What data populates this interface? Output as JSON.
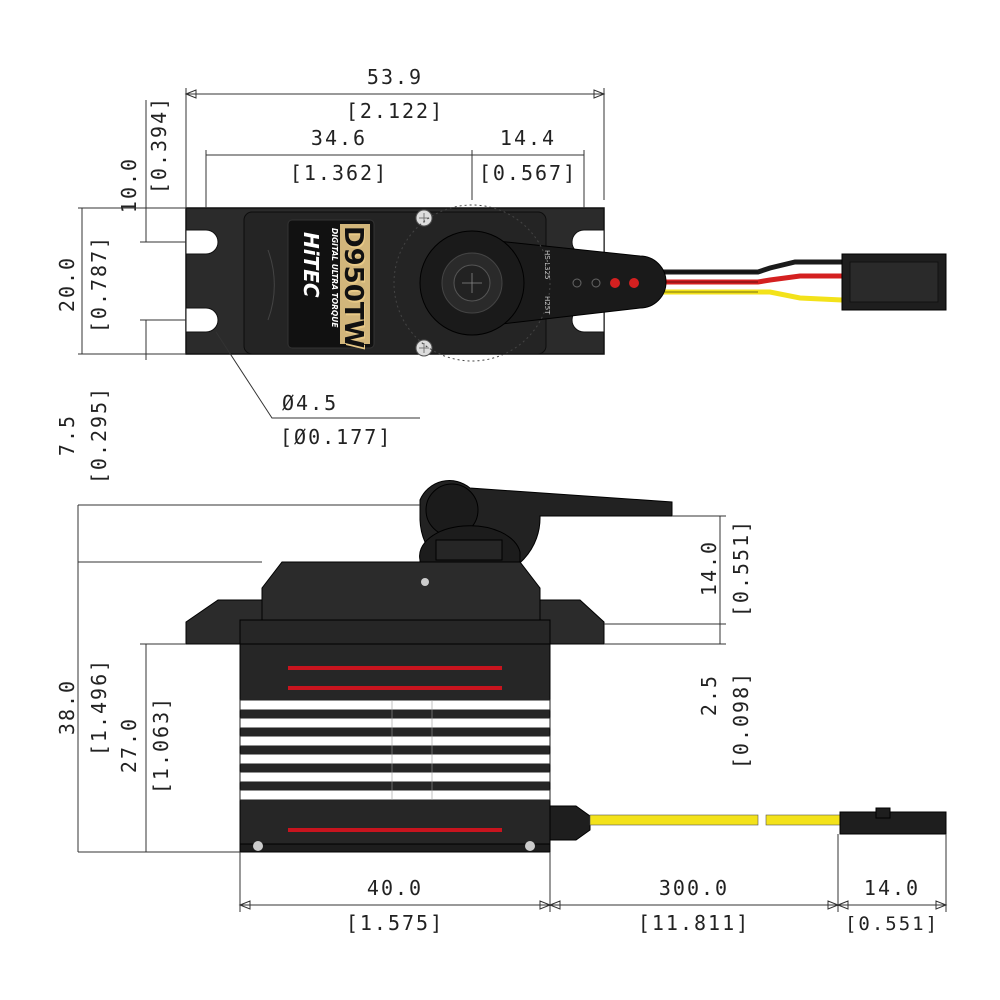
{
  "product": {
    "brand_logo": "HiTEC",
    "model": "D950TW",
    "tagline": "DIGITAL ULTRA TORQUE",
    "horn_top_text": "HS-L325",
    "horn_bottom_text": "H25T"
  },
  "dimensions": {
    "overall_width": {
      "mm": "53.9",
      "inch": "[2.122]"
    },
    "body_to_shaft": {
      "mm": "34.6",
      "inch": "[1.362]"
    },
    "shaft_to_tab_end": {
      "mm": "14.4",
      "inch": "[0.567]"
    },
    "mount_hole_spacing": {
      "mm": "10.0",
      "inch": "[0.394]"
    },
    "body_depth": {
      "mm": "20.0",
      "inch": "[0.787]"
    },
    "hole_diameter": {
      "mm": "Ø4.5",
      "inch": "[Ø0.177]"
    },
    "horn_height": {
      "mm": "7.5",
      "inch": "[0.295]"
    },
    "overall_height": {
      "mm": "38.0",
      "inch": "[1.496]"
    },
    "body_below_tabs": {
      "mm": "27.0",
      "inch": "[1.063]"
    },
    "shaft_above_tabs": {
      "mm": "14.0",
      "inch": "[0.551]"
    },
    "tab_thickness": {
      "mm": "2.5",
      "inch": "[0.098]"
    },
    "body_width": {
      "mm": "40.0",
      "inch": "[1.575]"
    },
    "wire_length": {
      "mm": "300.0",
      "inch": "[11.811]"
    },
    "connector_length": {
      "mm": "14.0",
      "inch": "[0.551]"
    }
  },
  "colors": {
    "body": "#2b2b2b",
    "body_dark": "#1a1a1a",
    "label_bg": "#e8c987",
    "wire_black": "#1b1b1b",
    "wire_red": "#d42020",
    "wire_yellow": "#f3e21a",
    "accent_red": "#c8141e"
  }
}
